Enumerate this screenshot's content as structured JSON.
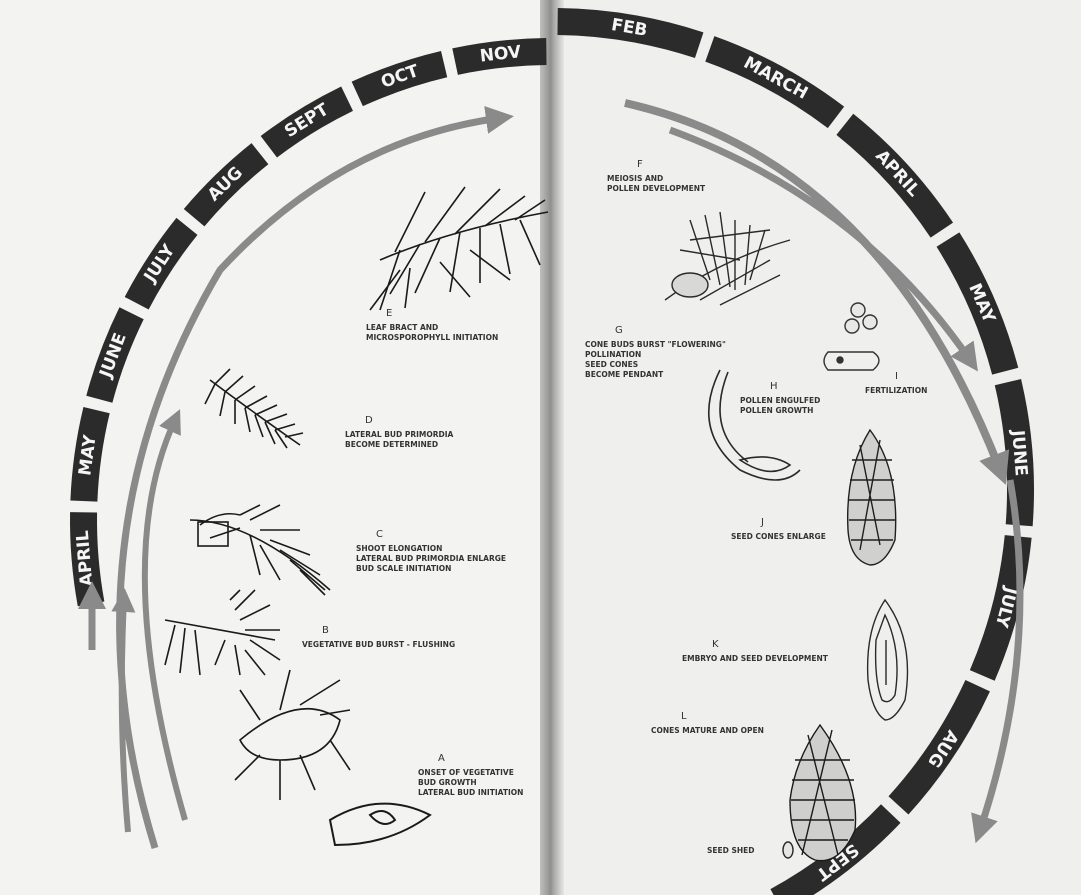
{
  "left_page": {
    "months": [
      "APRIL",
      "MAY",
      "JUNE",
      "JULY",
      "AUG",
      "SEPT",
      "OCT",
      "NOV"
    ],
    "stages": [
      {
        "letter": "A",
        "caption": [
          "ONSET OF VEGETATIVE",
          "BUD GROWTH",
          "LATERAL BUD INITIATION"
        ]
      },
      {
        "letter": "B",
        "caption": [
          "VEGETATIVE BUD BURST - FLUSHING"
        ]
      },
      {
        "letter": "C",
        "caption": [
          "SHOOT ELONGATION",
          "LATERAL BUD PRIMORDIA ENLARGE",
          "BUD SCALE INITIATION"
        ]
      },
      {
        "letter": "D",
        "caption": [
          "LATERAL BUD PRIMORDIA",
          "BECOME DETERMINED"
        ]
      },
      {
        "letter": "E",
        "caption": [
          "LEAF BRACT AND",
          "MICROSPOROPHYLL INITIATION"
        ]
      }
    ]
  },
  "right_page": {
    "months": [
      "FEB",
      "MARCH",
      "APRIL",
      "MAY",
      "JUNE",
      "JULY",
      "AUG",
      "SEPT"
    ],
    "stages": [
      {
        "letter": "F",
        "caption": [
          "MEIOSIS AND",
          "POLLEN DEVELOPMENT"
        ]
      },
      {
        "letter": "G",
        "caption": [
          "CONE BUDS BURST \"FLOWERING\"",
          "POLLINATION",
          "SEED CONES",
          "BECOME PENDANT"
        ]
      },
      {
        "letter": "H",
        "caption": [
          "POLLEN ENGULFED",
          "POLLEN GROWTH"
        ]
      },
      {
        "letter": "I",
        "caption": [
          "FERTILIZATION"
        ]
      },
      {
        "letter": "J",
        "caption": [
          "SEED CONES ENLARGE"
        ]
      },
      {
        "letter": "K",
        "caption": [
          "EMBRYO AND SEED DEVELOPMENT"
        ]
      },
      {
        "letter": "L",
        "caption": [
          "CONES MATURE AND OPEN"
        ]
      },
      {
        "letter": "",
        "caption": [
          "SEED SHED"
        ]
      }
    ]
  },
  "colors": {
    "page": "#f2f2f0",
    "band": "#2b2b2b",
    "arrow": "#8a8a8a",
    "ink": "#1a1a1a",
    "caption": "#333333"
  }
}
